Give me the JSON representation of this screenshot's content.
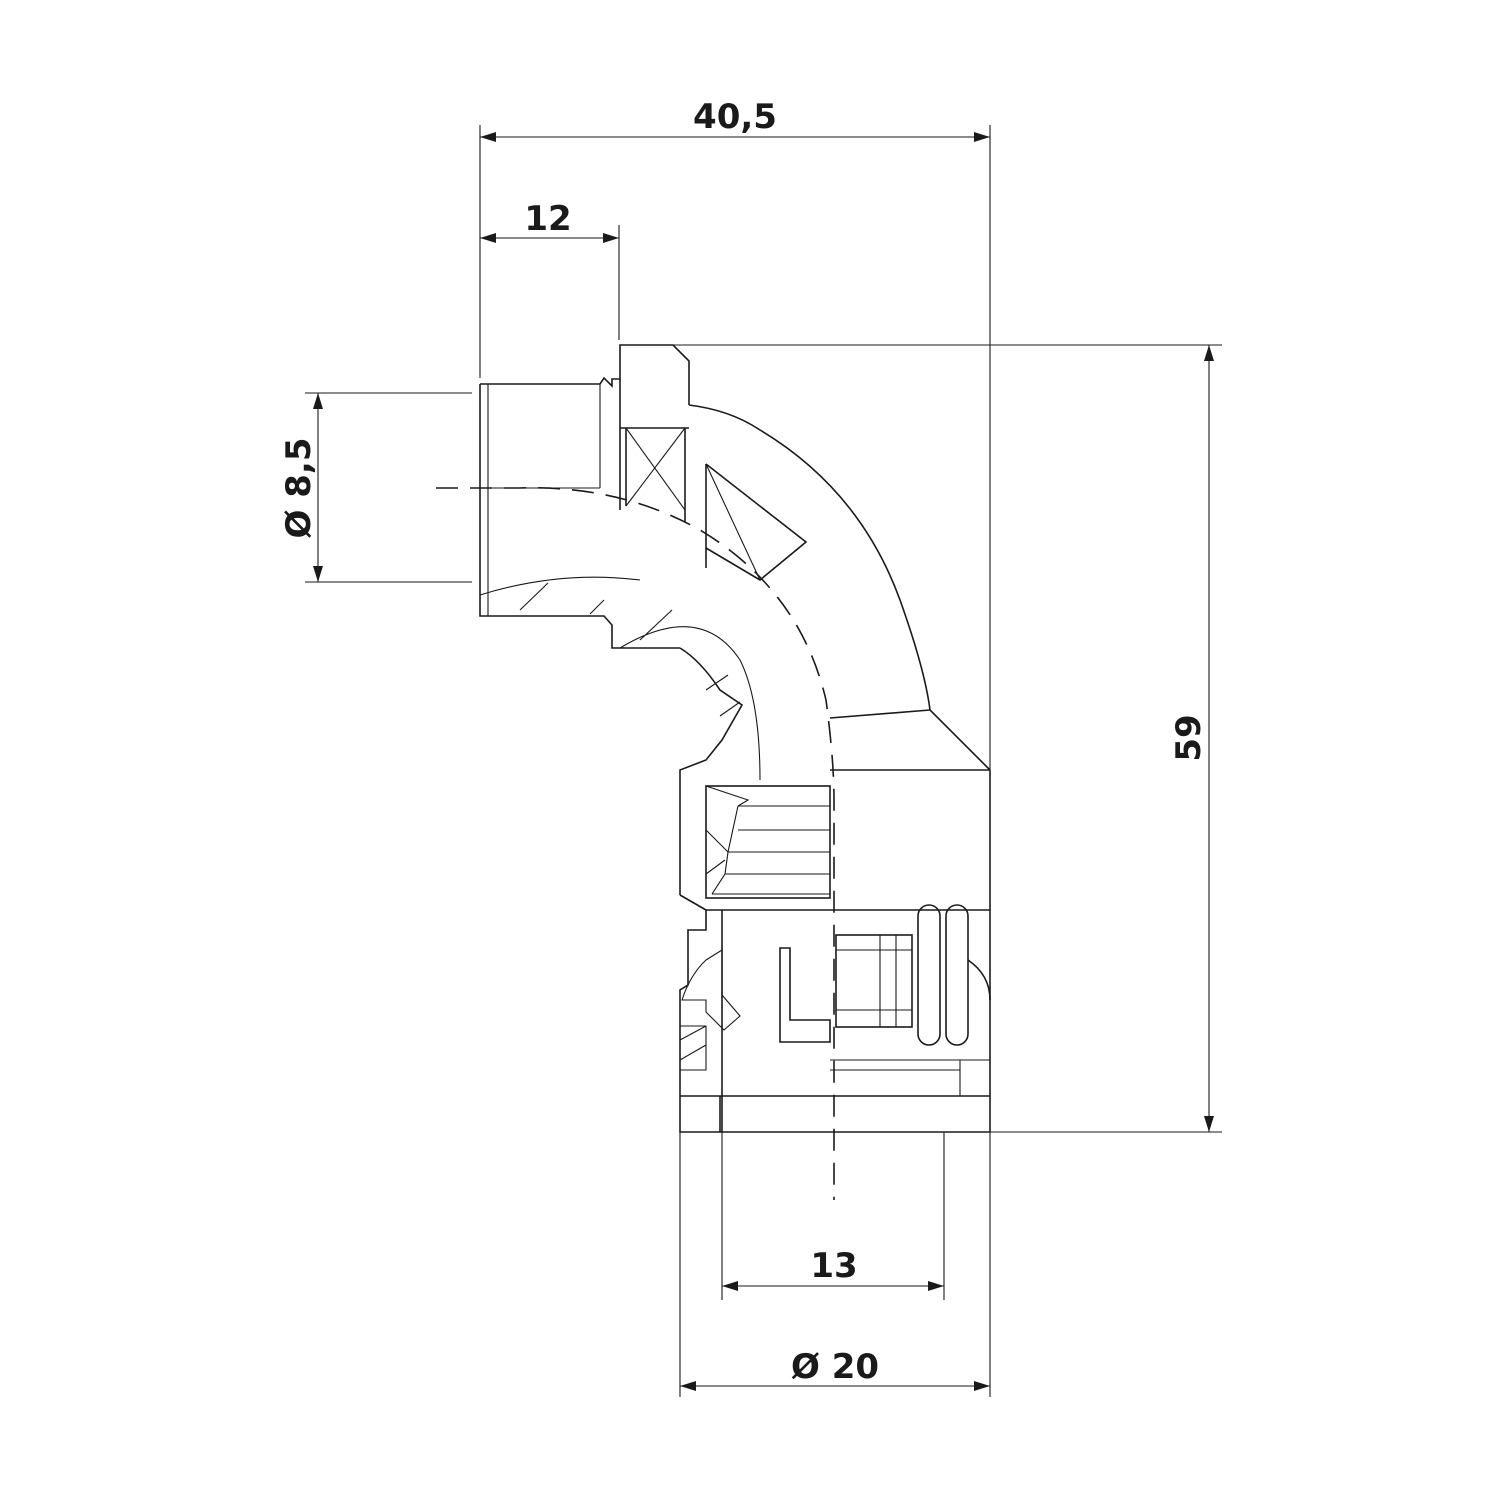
{
  "dimensions": {
    "overall_width": "40,5",
    "thread_length": "12",
    "thread_diameter": "Ø 8,5",
    "height": "59",
    "bore": "13",
    "outer_diameter": "Ø 20"
  }
}
